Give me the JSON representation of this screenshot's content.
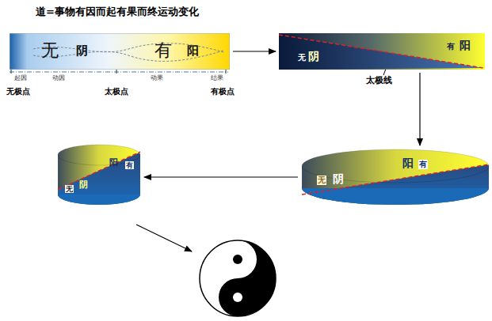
{
  "diagram": {
    "title": "道=事物有因而起有果而终运动变化",
    "nodes": [
      {
        "text": [
          "无",
          "阴",
          "有",
          "阳"
        ]
      },
      {
        "text": [
          "无",
          "阴",
          "有",
          "阳"
        ]
      },
      {
        "text": [
          "阳",
          "有",
          "无",
          "阴"
        ]
      },
      {
        "text": [
          "阳",
          "有",
          "无",
          "阴"
        ]
      }
    ],
    "edges": [
      {
        "from": 0,
        "to": 1,
        "arrow": "to"
      },
      {
        "from": 1,
        "to": 2,
        "arrow": "to"
      },
      {
        "from": 2,
        "to": 3,
        "arrow": "to"
      }
    ],
    "labels": [
      "起因",
      "动因",
      "动果",
      "结果",
      "无极点",
      "太极点",
      "有极点",
      "太极线"
    ]
  }
}
